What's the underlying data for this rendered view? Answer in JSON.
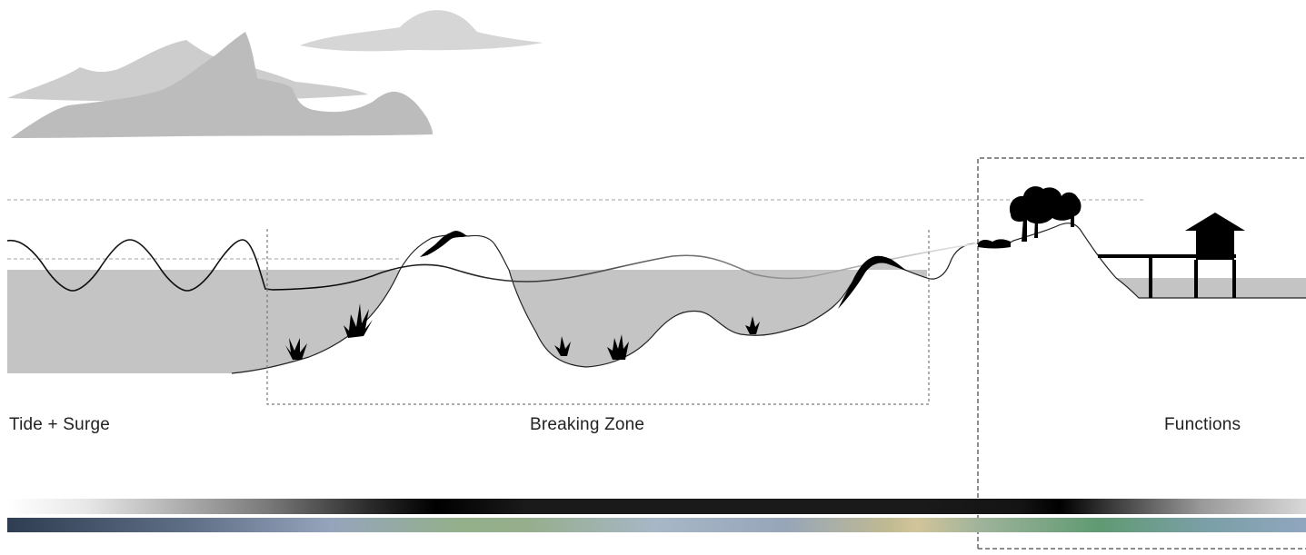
{
  "labels": {
    "tide_surge": "Tide + Surge",
    "breaking_zone": "Breaking Zone",
    "functions": "Functions"
  },
  "colors": {
    "water": "#c4c4c4",
    "cloud_far": "#d8d8d8",
    "cloud_near": "#bebebe",
    "guide_dash": "#b5b5b5",
    "bracket_dash": "#7a7a7a",
    "silhouette": "#000000"
  },
  "legend_bars": [
    {
      "name": "intensity-gradient-bar",
      "colors": [
        "#ffffff",
        "#000000",
        "#000000",
        "#d8d8d8"
      ]
    },
    {
      "name": "habitat-gradient-bar",
      "colors": [
        "#2f3d52",
        "#96a4bc",
        "#93b08a",
        "#d3c49a",
        "#5f9a72",
        "#90a6bf"
      ]
    }
  ]
}
